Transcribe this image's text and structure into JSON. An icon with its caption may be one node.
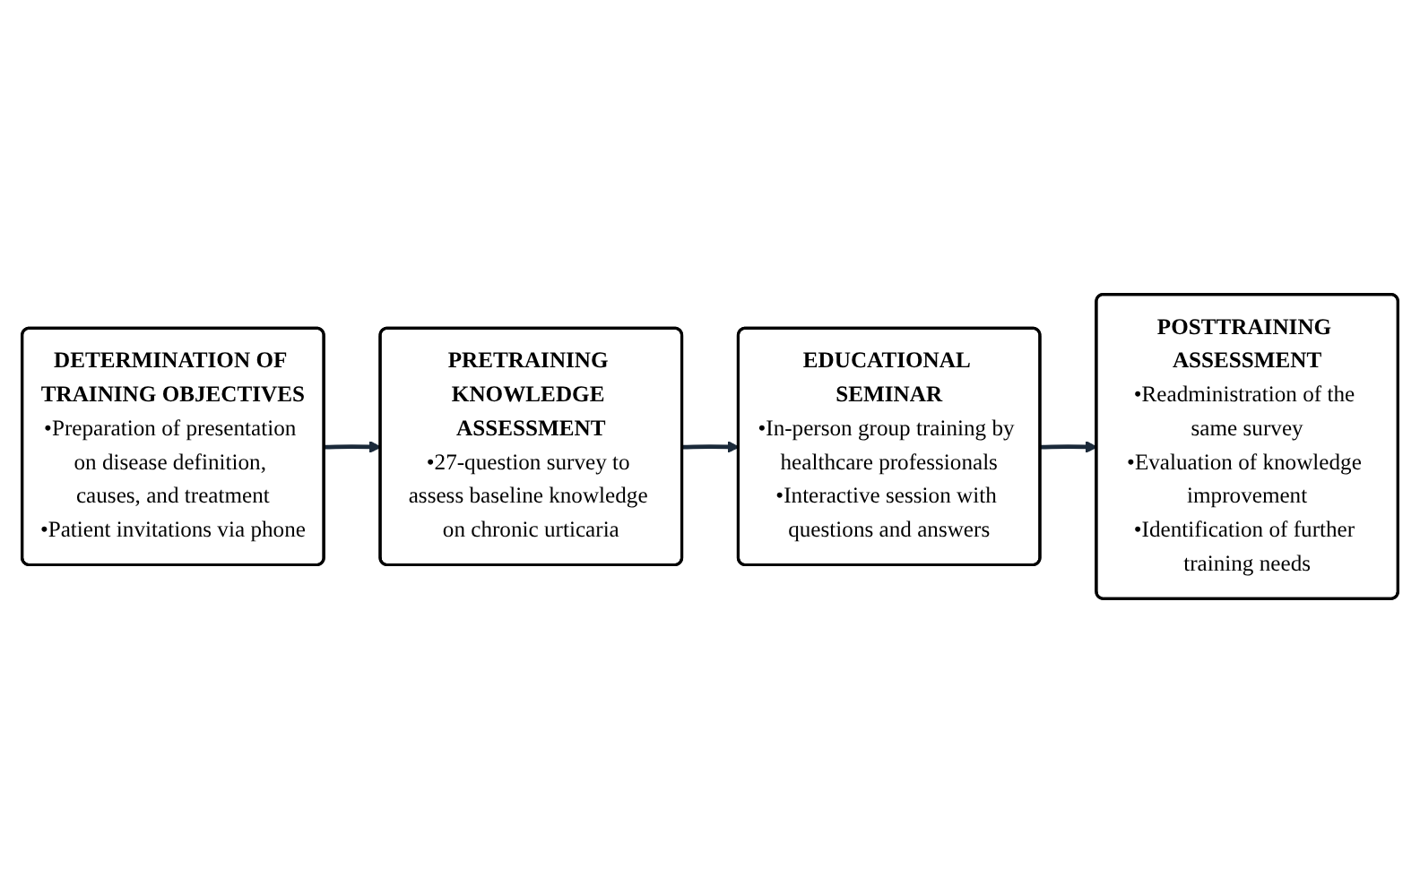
{
  "diagram": {
    "nodes": [
      {
        "text": [
          "DETERMINATION OF TRAINING OBJECTIVES",
          "•Preparation of presentation on disease definition, causes, and treatment",
          "•Patient invitations via phone"
        ]
      },
      {
        "text": [
          "PRETRAINING KNOWLEDGE ASSESSMENT",
          "•27-question survey to assess baseline knowledge on chronic urticaria"
        ]
      },
      {
        "text": [
          "EDUCATIONAL SEMINAR",
          "•In-person group training by healthcare professionals",
          "•Interactive session with questions and answers"
        ]
      },
      {
        "text": [
          "POSTTRAINING ASSESSMENT",
          "•Readministration of the same survey",
          "•Evaluation of knowledge improvement",
          "•Identification of further training needs"
        ]
      }
    ],
    "edges": [
      {
        "from": 0,
        "to": 1,
        "arrow": "to"
      },
      {
        "from": 1,
        "to": 2,
        "arrow": "to"
      },
      {
        "from": 2,
        "to": 3,
        "arrow": "to"
      }
    ]
  }
}
